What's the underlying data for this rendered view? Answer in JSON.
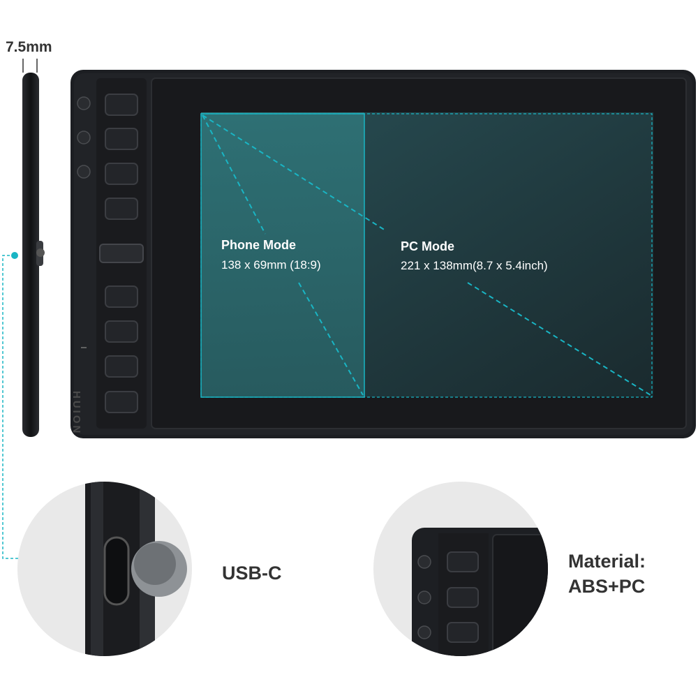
{
  "thickness_label": "7.5mm",
  "brand_text": "HUION",
  "phone_mode": {
    "title": "Phone Mode",
    "spec": "138 x 69mm (18:9)"
  },
  "pc_mode": {
    "title": "PC Mode",
    "spec": "221 x 138mm(8.7 x 5.4inch)"
  },
  "callouts": {
    "usb": "USB-C",
    "material_line1": "Material:",
    "material_line2": "ABS+PC"
  },
  "colors": {
    "accent_dashed": "#19b5c4",
    "tablet_body": "#1c1e22",
    "work_area": "#1f3a40",
    "phone_area": "#2a6a6e",
    "circle_bg": "#e9e9e9"
  }
}
